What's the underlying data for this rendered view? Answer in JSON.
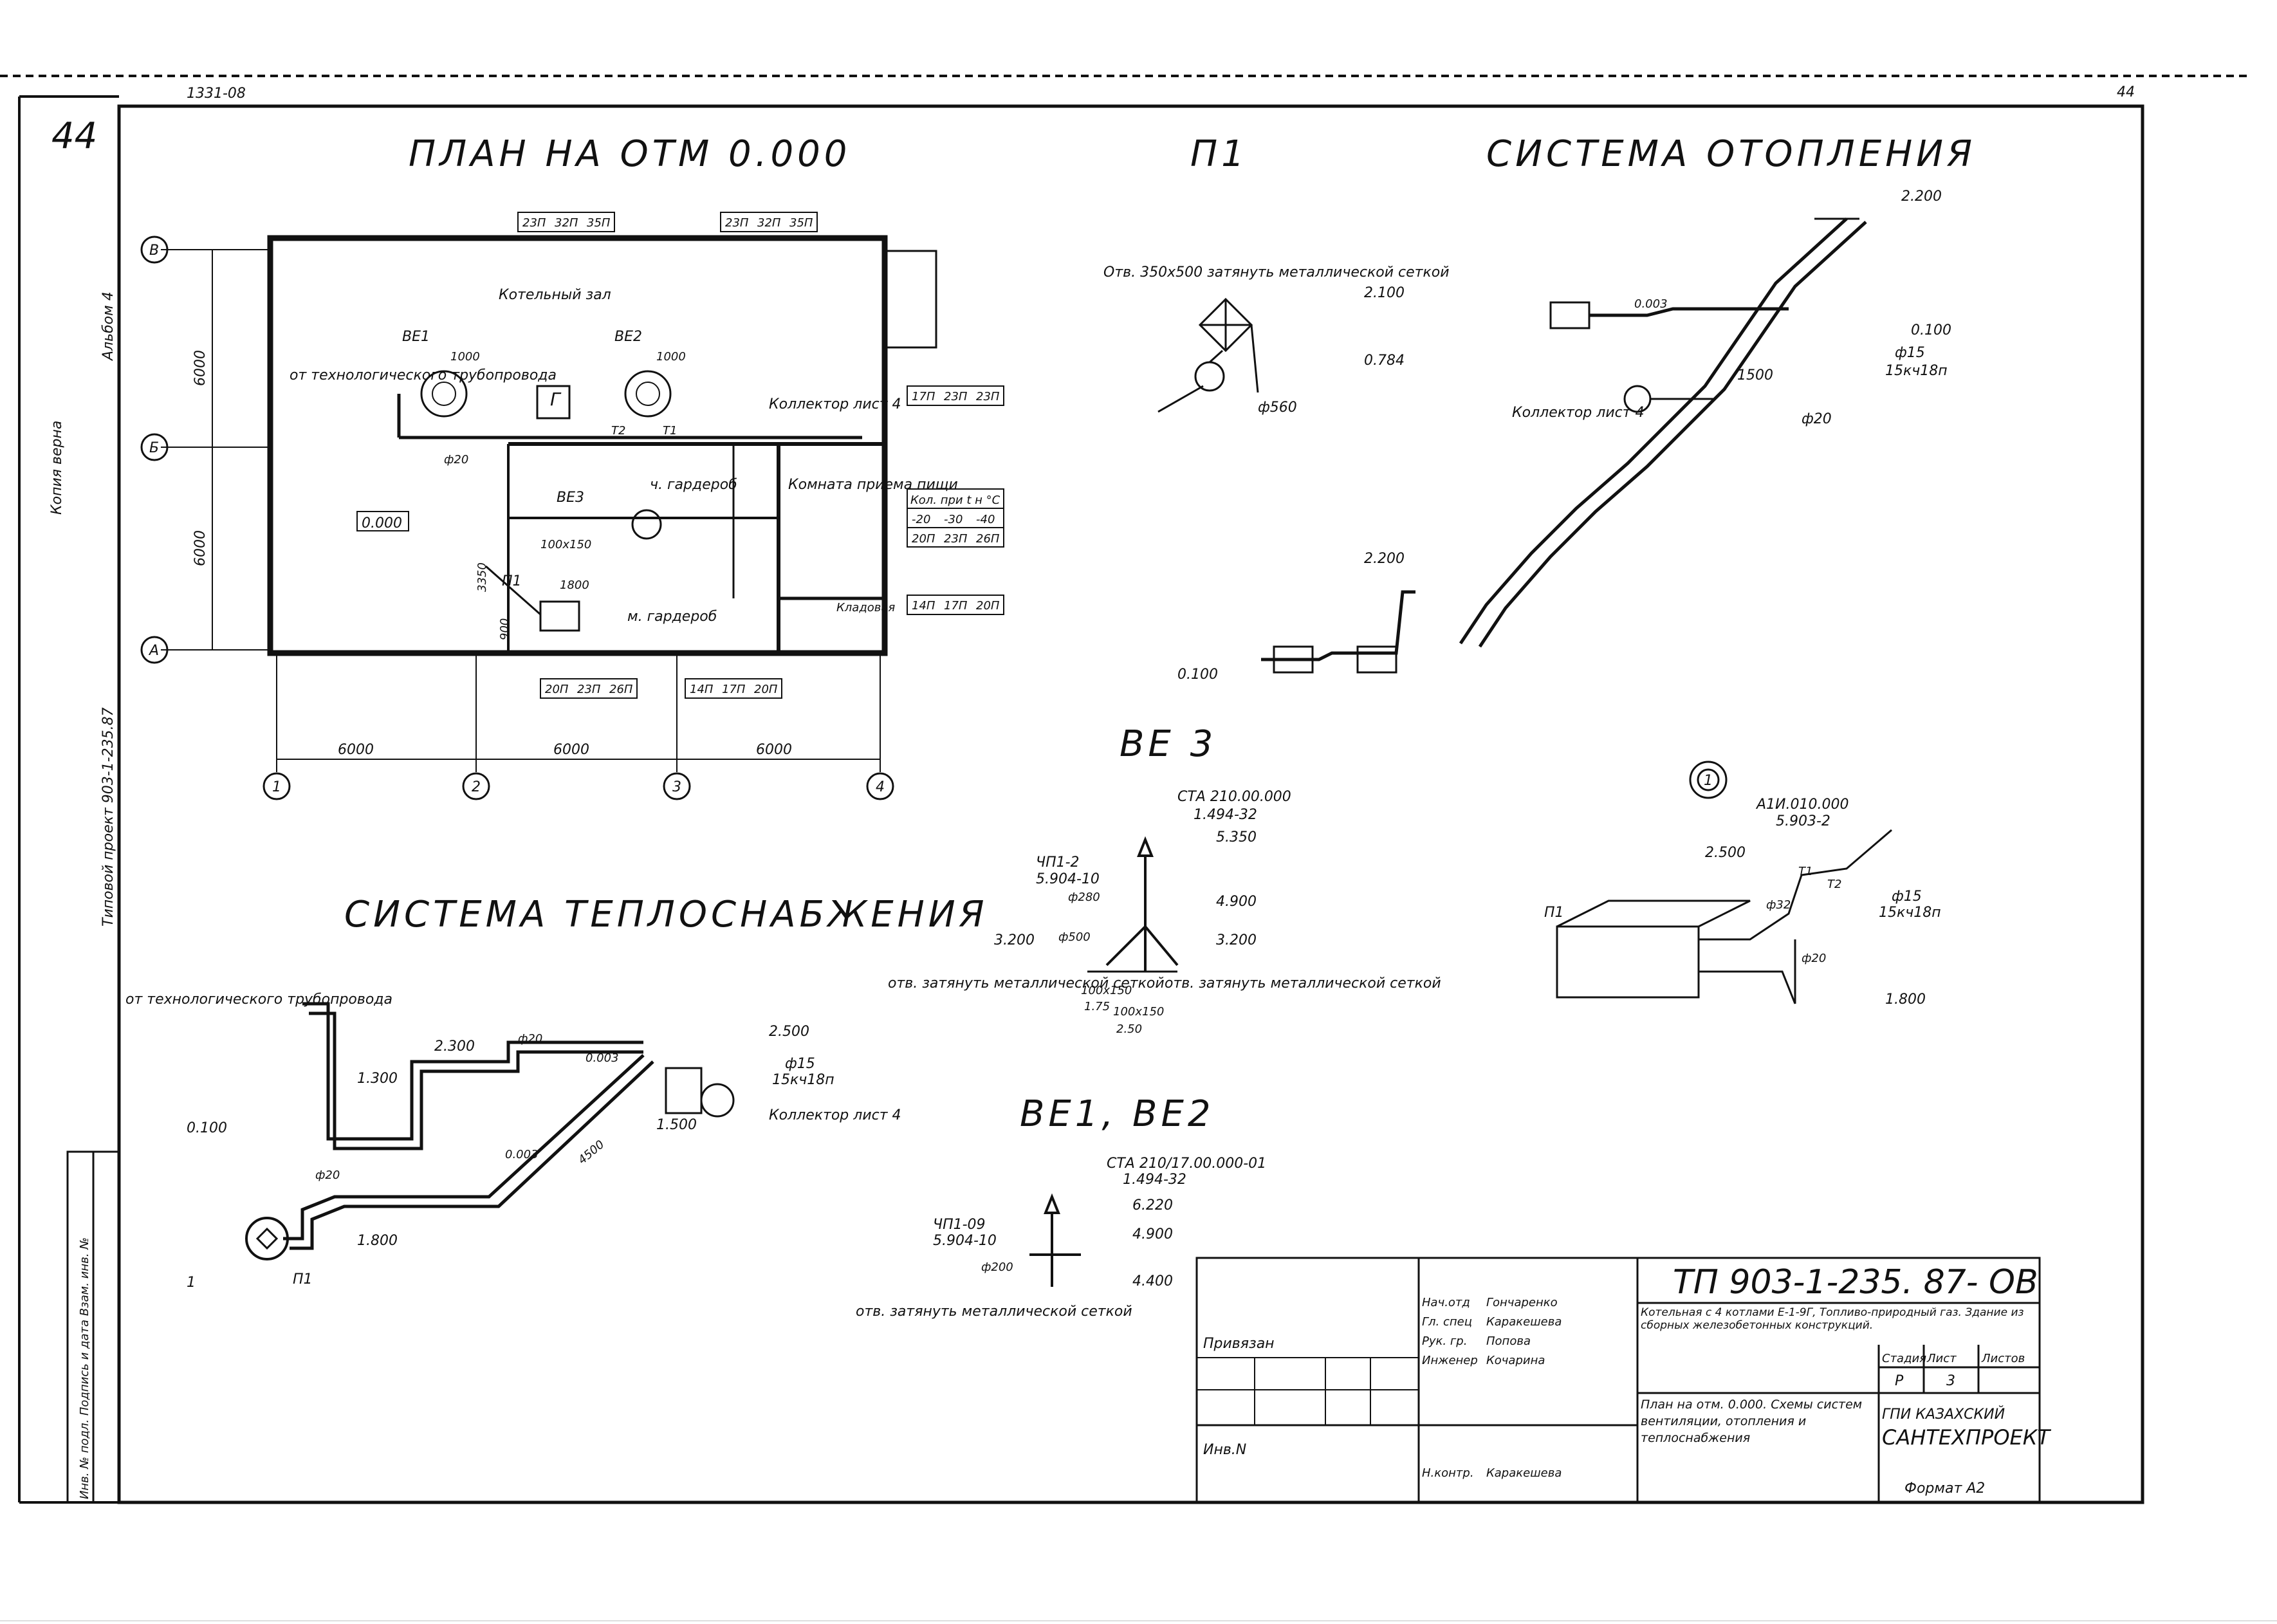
{
  "sheet": {
    "sheet_no_top_left": "1331-08",
    "sheet_no_top_right": "44",
    "page_no_hand": "44",
    "side_texts": [
      "Копия верна",
      "Альбом 4",
      "Типовой проект 903-1-235.87"
    ],
    "stamp_text": "Инв. № подл. Подпись и дата Взам. инв. №"
  },
  "plan": {
    "title": "ПЛАН НА ОТМ 0.000",
    "room_boiler": "Котельный зал",
    "room_reception": "Комната приема пищи",
    "room_wardrobe_clean": "ч. гардероб",
    "room_wardrobe_dirty": "м. гардероб",
    "room_storage": "Кладовая",
    "level_mark": "0.000",
    "collector_note": "Коллектор лист 4",
    "from_pipe_note": "от технологического трубопровода",
    "equip": [
      "ВЕ1",
      "ВЕ2",
      "ВЕ3",
      "П1"
    ],
    "grid_letters": [
      "В",
      "Б",
      "А"
    ],
    "grid_numbers": [
      "1",
      "2",
      "3",
      "4"
    ],
    "dims": [
      "6000",
      "6000",
      "6000"
    ],
    "vert_dims": [
      "6000",
      "6000"
    ],
    "dim_3350": "3350",
    "dim_900": "900",
    "duct_100x150": "100х150",
    "pipe_t1": "Т1",
    "pipe_t2": "Т2",
    "d20": "ф20",
    "d1000": "1000",
    "d1800": "1800",
    "label_g": "Г",
    "radiator_top_1": [
      "23П",
      "32П",
      "35П"
    ],
    "radiator_top_2": [
      "23П",
      "32П",
      "35П"
    ],
    "radiator_right_1": [
      "17П",
      "23П",
      "23П"
    ],
    "radiator_right_2": [
      "14П",
      "17П",
      "20П"
    ],
    "radiator_bottom_1": [
      "20П",
      "23П",
      "26П"
    ],
    "radiator_bottom_2": [
      "14П",
      "17П",
      "20П"
    ],
    "legend_header": "Кол. при t н °С",
    "legend_temps": [
      "-20",
      "-30",
      "-40"
    ],
    "legend_vals": [
      "20П",
      "23П",
      "26П"
    ]
  },
  "p1": {
    "title": "П1",
    "note": "Отв. 350х500 затянуть металлической сеткой",
    "d560": "ф560",
    "lvl_2100": "2.100",
    "lvl_0784": "0.784"
  },
  "heating": {
    "title": "СИСТЕМА ОТОПЛЕНИЯ",
    "lvl_2200_top": "2.200",
    "lvl_0100": "0.100",
    "lvl_1500": "1500",
    "slope": "0.003",
    "collector": "Коллектор лист 4",
    "d15": "ф15",
    "valve": "15кч18п",
    "d20": "ф20",
    "lvl_2200": "2.200",
    "lvl_0100_low": "0.100"
  },
  "ve3": {
    "title": "ВЕ 3",
    "cta": "СТА 210.00.000",
    "cta_sub": "1.494-32",
    "unit": "ЧП1-2",
    "unit_sub": "5.904-10",
    "d280": "ф280",
    "d500": "ф500",
    "lvl_5350": "5.350",
    "lvl_4900": "4.900",
    "lvl_3200": "3.200",
    "lvl_3200_left": "3.200",
    "duct": "100х150",
    "duct2": "100х150",
    "lvl_175": "1.75",
    "lvl_250": "2.50",
    "note_left": "отв. затянуть металлической сеткой",
    "note_right": "отв. затянуть металлической сеткой"
  },
  "ve12": {
    "title": "ВЕ1, ВЕ2",
    "cta": "СТА 210/17.00.000-01",
    "cta_sub": "1.494-32",
    "unit": "ЧП1-09",
    "unit_sub": "5.904-10",
    "d200": "ф200",
    "lvl_6220": "6.220",
    "lvl_4900": "4.900",
    "lvl_4400": "4.400",
    "note": "отв. затянуть металлической сеткой"
  },
  "unit1": {
    "circle_label": "1",
    "ref": "А1И.010.000",
    "ref_sub": "5.903-2",
    "lvl_2500": "2.500",
    "lvl_1800": "1.800",
    "p1": "П1",
    "d32": "ф32",
    "d20": "ф20",
    "d15": "ф15",
    "valve": "15кч18п",
    "t1": "Т1",
    "t2": "Т2"
  },
  "heatsupply": {
    "title": "СИСТЕМА ТЕПЛОСНАБЖЕНИЯ",
    "from_note": "от технологического трубопровода",
    "lvl_2300": "2.300",
    "lvl_1300": "1.300",
    "lvl_0100": "0.100",
    "lvl_2500": "2.500",
    "lvl_1500": "1.500",
    "lvl_1800": "1.800",
    "d20": "ф20",
    "d20b": "ф20",
    "slope": "0.003",
    "slope2": "0.003",
    "len": "4500",
    "d15": "ф15",
    "valve": "15кч18п",
    "collector": "Коллектор лист 4",
    "p1": "П1",
    "num1": "1"
  },
  "titleblock": {
    "code": "ТП 903-1-235. 87- ОВ",
    "roles": [
      "Нач.отд",
      "Гл. спец",
      "Рук. гр.",
      "Инженер",
      "Н.контр."
    ],
    "names": [
      "Гончаренко",
      "Каракешева",
      "Попова",
      "Кочарина",
      "Каракешева"
    ],
    "project": "Котельная с 4 котлами Е-1-9Г, Топливо-природный газ. Здание из сборных железобетонных конструкций.",
    "sheet_title": "План на отм. 0.000. Схемы систем вентиляции, отопления и теплоснабжения",
    "stage_h": "Стадия",
    "sheet_h": "Лист",
    "sheets_h": "Листов",
    "stage": "Р",
    "sheet": "3",
    "org1": "ГПИ КАЗАХСКИЙ",
    "org2": "САНТЕХПРОЕКТ",
    "format": "Формат А2",
    "privyazan": "Привязан",
    "inv": "Инв.N"
  }
}
